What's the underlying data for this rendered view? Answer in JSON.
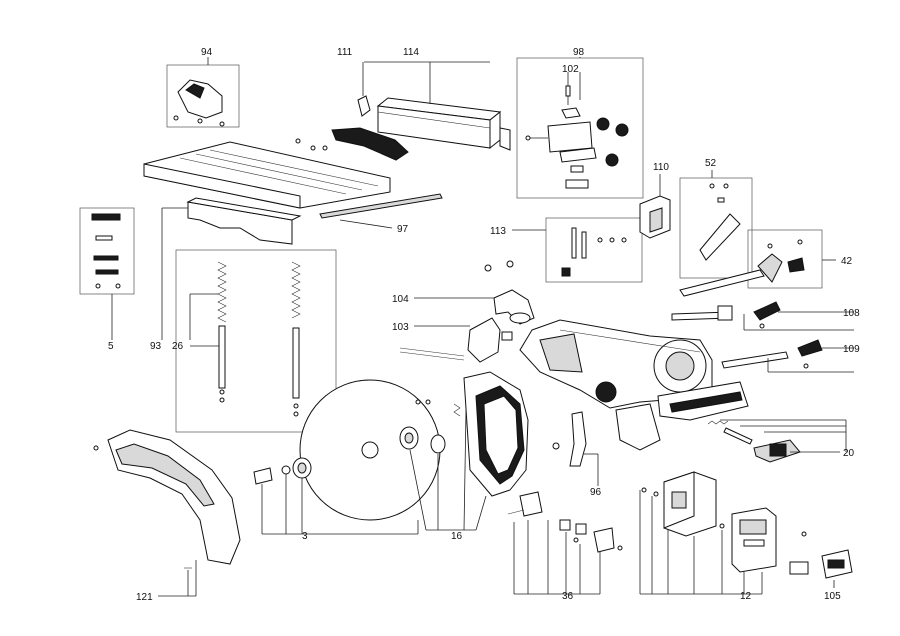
{
  "diagram": {
    "callouts": {
      "c94": "94",
      "c111": "111",
      "c114": "114",
      "c98": "98",
      "c102": "102",
      "c110": "110",
      "c52": "52",
      "c42": "42",
      "c97": "97",
      "c113": "113",
      "c5": "5",
      "c93": "93",
      "c26": "26",
      "c104": "104",
      "c103": "103",
      "c108": "108",
      "c109": "109",
      "c20": "20",
      "c96": "96",
      "c3": "3",
      "c16": "16",
      "c121": "121",
      "c36": "36",
      "c12": "12",
      "c105": "105"
    }
  }
}
